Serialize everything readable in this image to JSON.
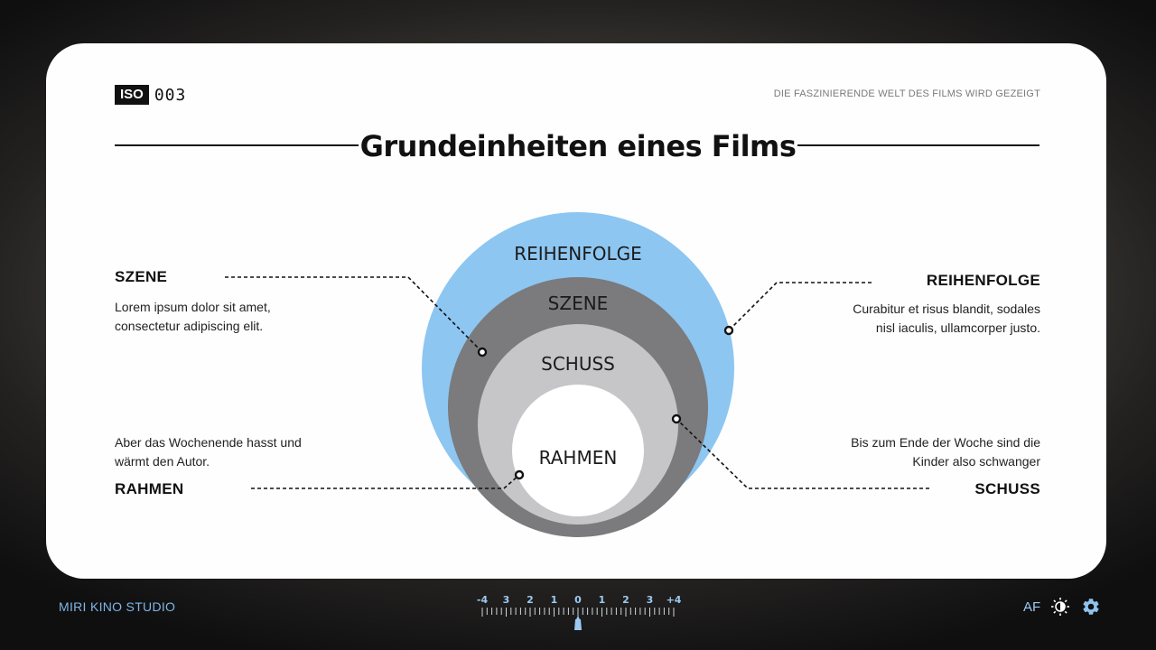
{
  "header": {
    "iso_badge": "ISO",
    "iso_number": "003",
    "tagline": "DIE FASZINIERENDE WELT DES FILMS WIRD GEZEIGT"
  },
  "title": "Grundeinheiten eines Films",
  "diagram": {
    "rings": [
      {
        "label": "REIHENFOLGE",
        "color": "#8dc6f1"
      },
      {
        "label": "SZENE",
        "color": "#7b7a7c"
      },
      {
        "label": "SCHUSS",
        "color": "#c6c5c8"
      },
      {
        "label": "RAHMEN",
        "color": "#ffffff"
      }
    ]
  },
  "callouts": {
    "szene": {
      "heading": "SZENE",
      "text": "Lorem ipsum dolor sit amet, consectetur adipiscing elit."
    },
    "reihenfolge": {
      "heading": "REIHENFOLGE",
      "text": "Curabitur et risus blandit, sodales nisl iaculis, ullamcorper justo."
    },
    "rahmen": {
      "heading": "RAHMEN",
      "text": "Aber das Wochenende hasst und wärmt den Autor."
    },
    "schuss": {
      "heading": "SCHUSS",
      "text": "Bis zum Ende der Woche sind die Kinder also schwanger"
    }
  },
  "footer": {
    "studio": "MIRI KINO STUDIO",
    "af_label": "AF",
    "exposure_scale": [
      "-4",
      "3",
      "2",
      "1",
      "0",
      "1",
      "2",
      "3",
      "+4"
    ],
    "exposure_value": 0,
    "brightness_icon": "brightness-icon",
    "settings_icon": "gear-icon",
    "accent": "#8fc3ee"
  }
}
